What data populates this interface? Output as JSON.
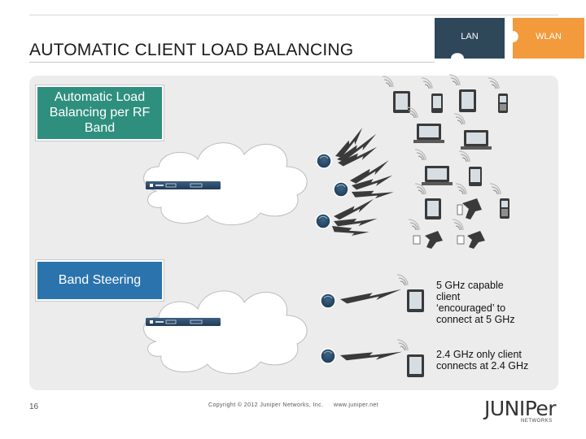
{
  "title": "AUTOMATIC CLIENT LOAD BALANCING",
  "puzzle": {
    "lan": "LAN",
    "wlan": "WLAN"
  },
  "colors": {
    "lan": "#2e4759",
    "wlan": "#f29a3c",
    "auto_box": "#2f8f7e",
    "steer_box": "#2a73ad",
    "ap": "#2c4e6e"
  },
  "boxes": {
    "auto_line1": "Automatic Load",
    "auto_line2": "Balancing per RF",
    "auto_line3": "Band",
    "steer": "Band Steering"
  },
  "notes": {
    "five_ghz_1": "5 GHz capable",
    "five_ghz_2": "client",
    "five_ghz_3": "‘encouraged’ to",
    "five_ghz_4": "connect at 5 GHz",
    "two_ghz_1": "2.4 GHz only client",
    "two_ghz_2": "connects at 2.4 GHz"
  },
  "footer": {
    "page": "16",
    "copyright": "Copyright © 2012 Juniper Networks, Inc.",
    "url": "www.juniper.net"
  },
  "logo": {
    "word": "JUNIPer",
    "sub": "NETWORKS"
  },
  "icons": {
    "access_point": "access-point-icon",
    "wireless": "wireless-signal-icon",
    "laptop": "laptop-icon",
    "tablet": "tablet-icon",
    "phone": "phone-icon",
    "scanner": "barcode-scanner-icon",
    "controller": "wlan-controller-icon",
    "cloud": "network-cloud-icon",
    "lightning": "radio-link-icon"
  }
}
